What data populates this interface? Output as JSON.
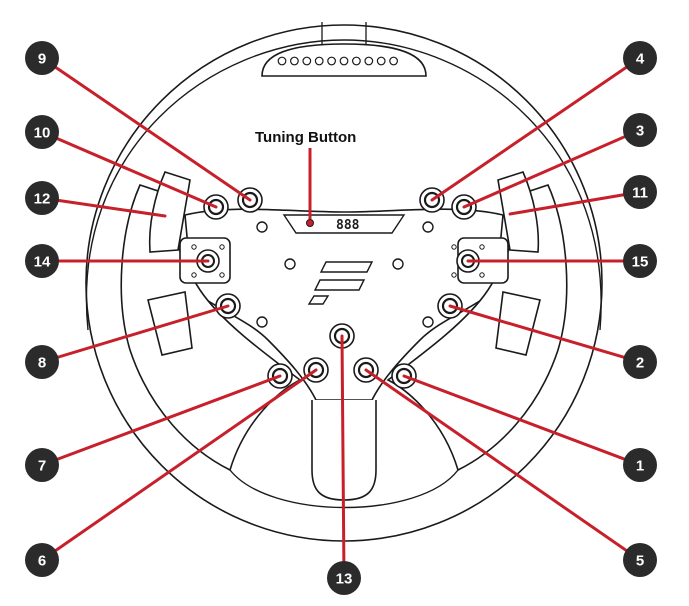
{
  "tuning_button_label": "Tuning Button",
  "display_digits": "888",
  "colors": {
    "leader": "#c8202b",
    "badge": "#2b2b2b",
    "wheel_outline": "#1a1a1a",
    "background": "#ffffff"
  },
  "callouts": [
    {
      "id": "1",
      "label": "1"
    },
    {
      "id": "2",
      "label": "2"
    },
    {
      "id": "3",
      "label": "3"
    },
    {
      "id": "4",
      "label": "4"
    },
    {
      "id": "5",
      "label": "5"
    },
    {
      "id": "6",
      "label": "6"
    },
    {
      "id": "7",
      "label": "7"
    },
    {
      "id": "8",
      "label": "8"
    },
    {
      "id": "9",
      "label": "9"
    },
    {
      "id": "10",
      "label": "10"
    },
    {
      "id": "11",
      "label": "11"
    },
    {
      "id": "12",
      "label": "12"
    },
    {
      "id": "13",
      "label": "13"
    },
    {
      "id": "14",
      "label": "14"
    },
    {
      "id": "15",
      "label": "15"
    }
  ]
}
